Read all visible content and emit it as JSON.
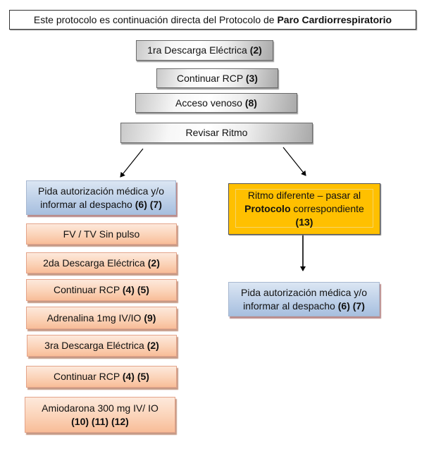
{
  "header": {
    "text_plain": "Este protocolo es continuación directa del Protocolo de ",
    "text_bold": "Paro Cardiorrespiratorio"
  },
  "top_steps": [
    {
      "text": "1ra Descarga Eléctrica ",
      "ref": "(2)"
    },
    {
      "text": "Continuar RCP ",
      "ref": "(3)"
    },
    {
      "text": "Acceso venoso ",
      "ref": "(8)"
    },
    {
      "text": "Revisar Ritmo",
      "ref": ""
    }
  ],
  "left_branch": {
    "authorization": {
      "line1": "Pida autorización médica y/o",
      "line2": "informar al despacho ",
      "ref": "(6) (7)"
    },
    "steps": [
      {
        "text": "FV / TV Sin pulso",
        "ref": ""
      },
      {
        "text": "2da Descarga Eléctrica ",
        "ref": "(2)"
      },
      {
        "text": "Continuar RCP ",
        "ref": "(4) (5)"
      },
      {
        "text": "Adrenalina 1mg IV/IO ",
        "ref": "(9)"
      },
      {
        "text": "3ra Descarga Eléctrica ",
        "ref": "(2)"
      },
      {
        "text": "Continuar RCP ",
        "ref": "(4) (5)"
      }
    ],
    "final_step": {
      "line1": "Amiodarona 300 mg IV/ IO",
      "ref": "(10) (11) (12)"
    }
  },
  "right_branch": {
    "different_rhythm": {
      "line1": "Ritmo diferente – pasar al",
      "bold": "Protocolo",
      "line2_rest": " correspondiente",
      "ref": "(13)"
    },
    "authorization": {
      "line1": "Pida autorización médica y/o",
      "line2": "informar al despacho ",
      "ref": "(6) (7)"
    }
  },
  "colors": {
    "yellow_box": "#ffc000",
    "blue_box": "#b8cce4",
    "orange_box": "#fbd4b4",
    "gray_box": "#d9d9d9"
  }
}
